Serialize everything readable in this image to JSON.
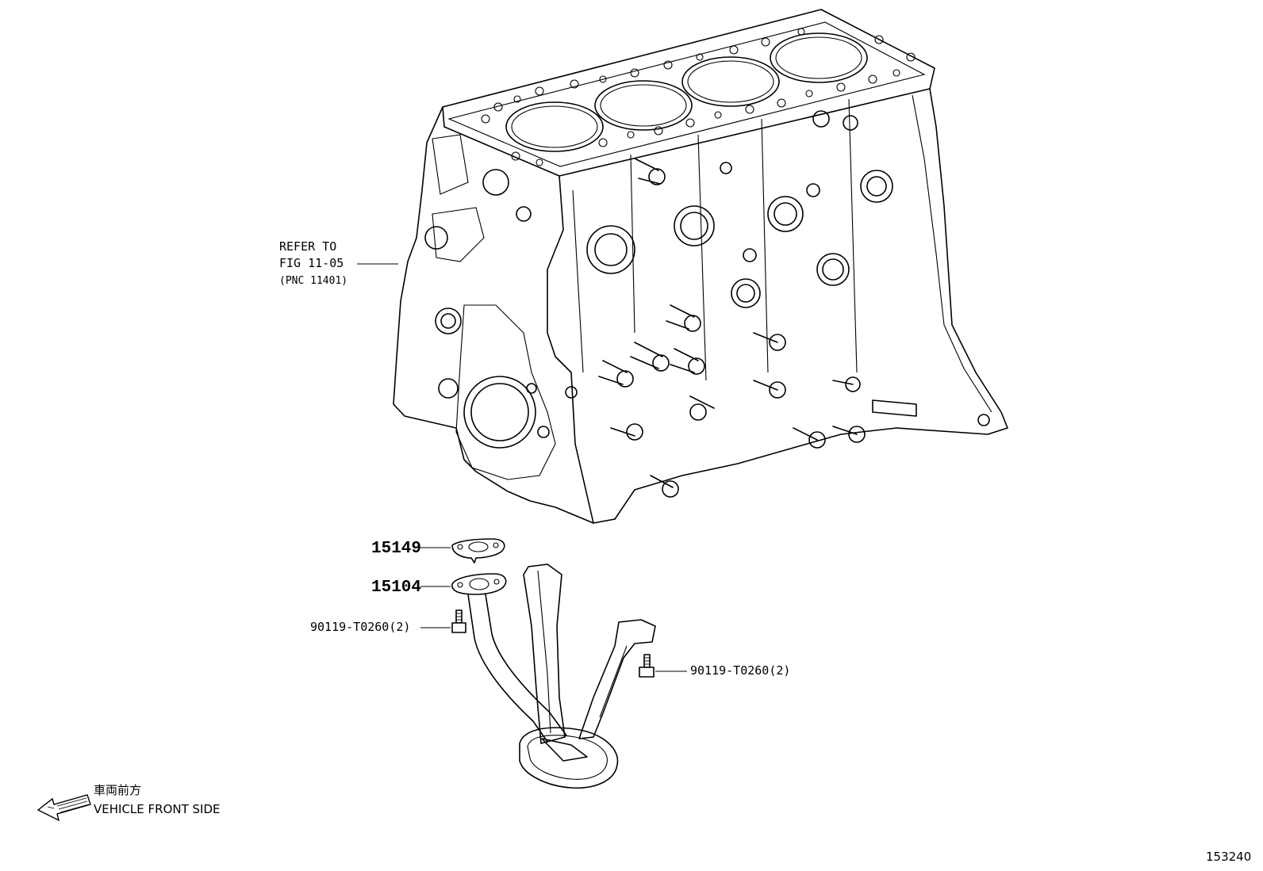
{
  "callouts": {
    "refer_line1": "REFER TO",
    "refer_line2": "FIG 11-05",
    "refer_line3": "(PNC 11401)",
    "part_15149": "15149",
    "part_15104": "15104",
    "bolt_left": "90119-T0260(2)",
    "bolt_right": "90119-T0260(2)"
  },
  "legend": {
    "japanese": "車両前方",
    "english": "VEHICLE FRONT SIDE"
  },
  "figure_id": "153240"
}
